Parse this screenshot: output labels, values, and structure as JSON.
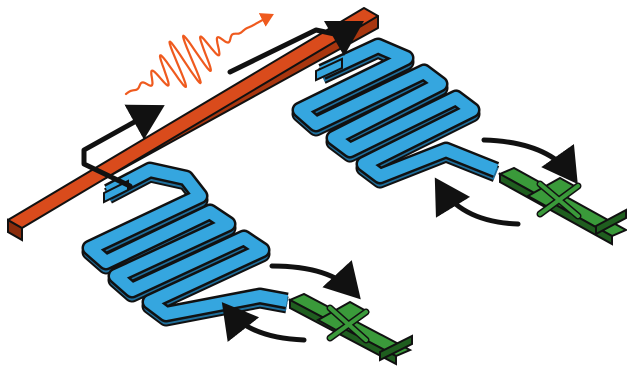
{
  "diagram": {
    "kind": "isometric schematic",
    "colors": {
      "background": "#ffffff",
      "feedline": "#d94b1c",
      "feedline_side": "#a8360f",
      "resonator": "#35a6df",
      "resonator_side": "#1f6f9c",
      "qubit": "#3a9a3a",
      "qubit_side": "#1f5e1f",
      "signal_wave": "#ef5a1e",
      "outline": "#111111"
    },
    "components": [
      {
        "id": "feedline",
        "icon": "transmission-line-bar"
      },
      {
        "id": "signal-wave",
        "icon": "microwave-pulse-icon"
      },
      {
        "id": "signal-arrow",
        "icon": "arrow-icon"
      },
      {
        "id": "resonator-left",
        "icon": "meander-resonator"
      },
      {
        "id": "resonator-right",
        "icon": "meander-resonator"
      },
      {
        "id": "qubit-left",
        "icon": "cross-qubit"
      },
      {
        "id": "qubit-right",
        "icon": "cross-qubit"
      },
      {
        "id": "coupling-arrows-left",
        "icon": "curved-arrows-icon"
      },
      {
        "id": "coupling-arrows-right",
        "icon": "curved-arrows-icon"
      }
    ]
  }
}
